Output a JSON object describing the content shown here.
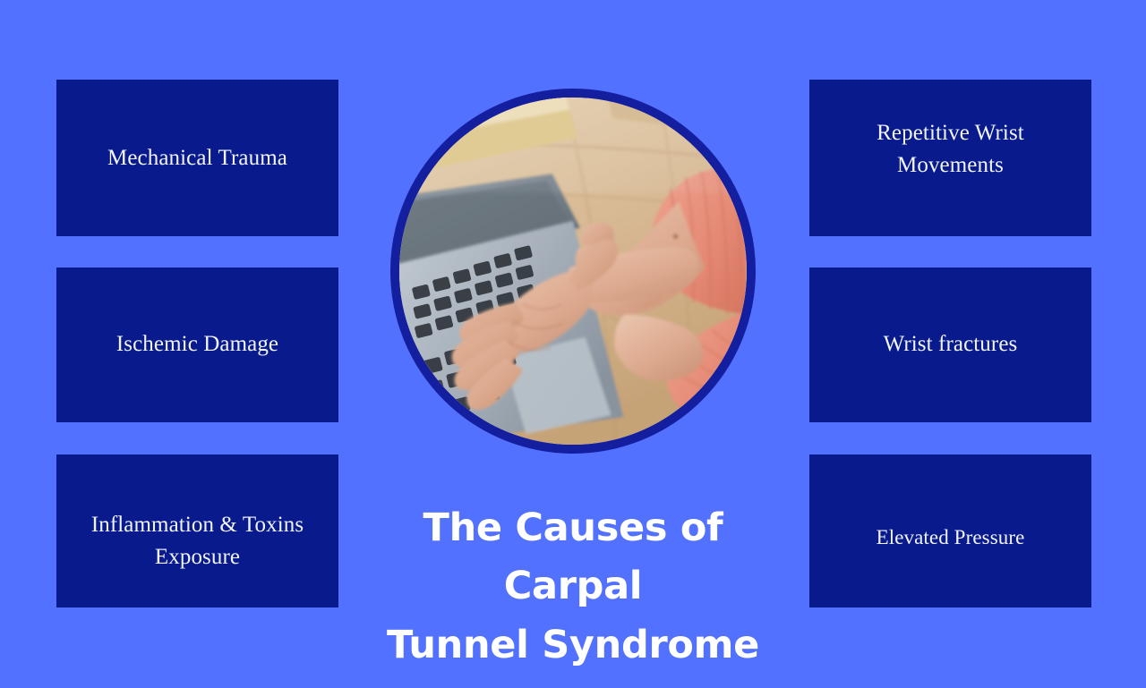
{
  "background_color": "#5271ff",
  "box_color": "#081a8c",
  "circle_border_color": "#141fa0",
  "text_color": "#f2f4fb",
  "title": {
    "text": "The Causes of Carpal\nTunnel Syndrome",
    "color": "#ffffff"
  },
  "left_column": {
    "causes": [
      {
        "id": "mechanical-trauma",
        "label": "Mechanical Trauma"
      },
      {
        "id": "ischemic-damage",
        "label": "Ischemic Damage"
      },
      {
        "id": "inflammation-toxins",
        "label": "Inflammation & Toxins\nExposure"
      }
    ]
  },
  "right_column": {
    "causes": [
      {
        "id": "repetitive-wrist",
        "label": "Repetitive Wrist\nMovements"
      },
      {
        "id": "wrist-fractures",
        "label": "Wrist fractures"
      },
      {
        "id": "elevated-pressure",
        "label": "Elevated Pressure"
      }
    ]
  },
  "center_image": {
    "alt": "Person at a laptop holding their aching wrist",
    "icon": "wrist-pain-photo",
    "colors": {
      "desk_wood": "#d7b98f",
      "desk_wood_light": "#e8d2ae",
      "laptop_body": "#b7c0c9",
      "laptop_keys": "#3a3f46",
      "skin": "#e9b79a",
      "sweater": "#f0937f"
    }
  }
}
